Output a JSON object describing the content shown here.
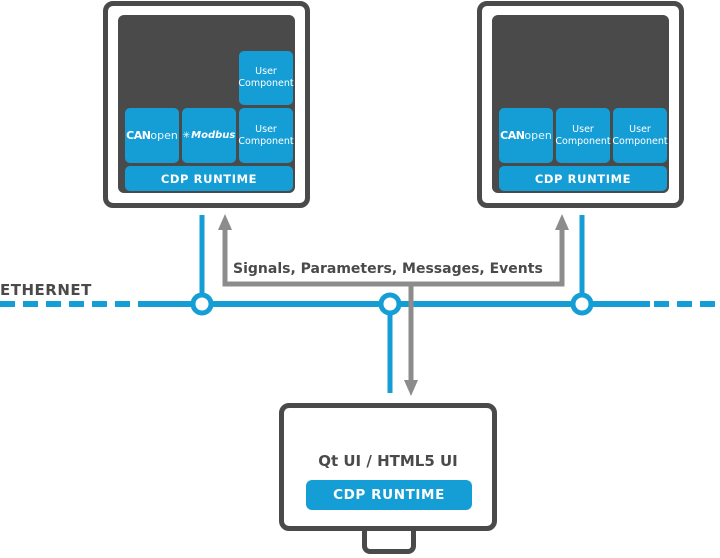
{
  "network": {
    "label": "ETHERNET",
    "line_color": "#159ed6"
  },
  "flow": {
    "label": "Signals, Parameters, Messages, Events",
    "arrow_color": "#8c8c8c"
  },
  "devices": [
    {
      "id": "left-controller",
      "components": [
        {
          "type": "user",
          "line1": "User",
          "line2": "Component"
        },
        {
          "type": "canopen",
          "bold": "CAN",
          "light": "open"
        },
        {
          "type": "modbus",
          "label": "Modbus"
        },
        {
          "type": "user",
          "line1": "User",
          "line2": "Component"
        }
      ],
      "runtime": "CDP RUNTIME"
    },
    {
      "id": "right-controller",
      "components": [
        {
          "type": "canopen",
          "bold": "CAN",
          "light": "open"
        },
        {
          "type": "user",
          "line1": "User",
          "line2": "Component"
        },
        {
          "type": "user",
          "line1": "User",
          "line2": "Component"
        }
      ],
      "runtime": "CDP RUNTIME"
    }
  ],
  "ui_device": {
    "title": "Qt UI / HTML5 UI",
    "runtime": "CDP RUNTIME"
  },
  "colors": {
    "accent": "#159ed6",
    "dark": "#4a4a4a",
    "arrow": "#8c8c8c",
    "background": "#ffffff"
  }
}
